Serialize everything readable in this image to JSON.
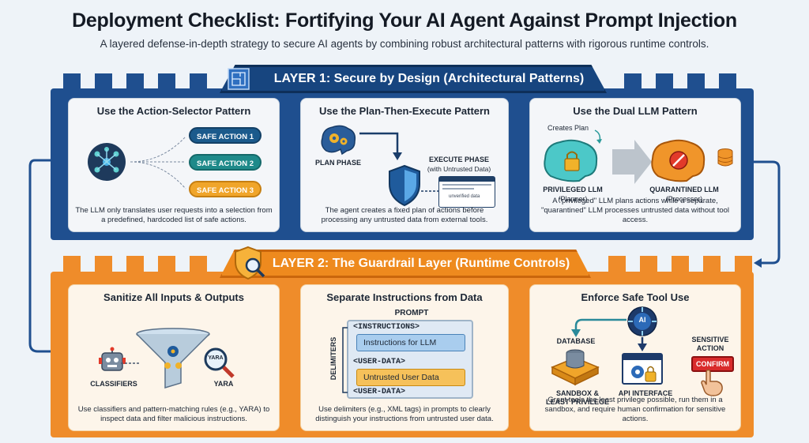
{
  "header": {
    "title": "Deployment Checklist: Fortifying Your AI Agent Against Prompt Injection",
    "subtitle": "A layered defense-in-depth strategy to secure AI agents by combining robust architectural patterns with rigorous runtime controls."
  },
  "layer1": {
    "label": "LAYER 1: Secure by Design (Architectural Patterns)",
    "color": "#1f4f8f",
    "cards": [
      {
        "title": "Use the Action-Selector Pattern",
        "actions": [
          "SAFE ACTION 1",
          "SAFE ACTION 2",
          "SAFE ACTION 3"
        ],
        "description": "The LLM only translates user requests into a selection from a predefined, hardcoded list of safe actions."
      },
      {
        "title": "Use the Plan-Then-Execute Pattern",
        "plan_label": "PLAN PHASE",
        "execute_label": "EXECUTE PHASE",
        "execute_sub": "(with Untrusted Data)",
        "doc_label": "unverified data",
        "description": "The agent creates a fixed plan of actions before processing any untrusted data from external tools."
      },
      {
        "title": "Use the Dual LLM Pattern",
        "creates_plan": "Creates Plan",
        "privileged_label": "PRIVILEGED LLM",
        "privileged_sub": "(Planner)",
        "quarantined_label": "QUARANTINED LLM",
        "quarantined_sub": "(Processor)",
        "description": "A \"privileged\" LLM plans actions while a separate, \"quarantined\" LLM processes untrusted data without tool access."
      }
    ]
  },
  "layer2": {
    "label": "LAYER 2: The Guardrail Layer (Runtime Controls)",
    "color": "#ef8c2a",
    "cards": [
      {
        "title": "Sanitize All Inputs & Outputs",
        "classifiers_label": "CLASSIFIERS",
        "yara_label": "YARA",
        "yara_badge": "YARA",
        "description": "Use classifiers and pattern-matching rules (e.g., YARA) to inspect data and filter malicious instructions."
      },
      {
        "title": "Separate Instructions from Data",
        "prompt_label": "PROMPT",
        "delimiters_label": "DELIMITERS",
        "instructions_tag": "<INSTRUCTIONS>",
        "instructions_text": "Instructions for LLM",
        "userdata_tag_open": "<USER-DATA>",
        "userdata_text": "Untrusted User Data",
        "userdata_tag_close": "<USER-DATA>",
        "description": "Use delimiters (e.g., XML tags) in prompts to clearly distinguish your instructions from untrusted user data."
      },
      {
        "title": "Enforce Safe Tool Use",
        "ai_label": "AI",
        "database_label": "DATABASE",
        "sandbox_label": "SANDBOX &",
        "sandbox_label2": "LEAST PRIVILEGE",
        "api_label": "API INTERFACE",
        "sensitive_label": "SENSITIVE",
        "sensitive_label2": "ACTION",
        "confirm_label": "CONFIRM",
        "description": "Grant tools the least privilege possible, run them in a sandbox, and require human confirmation for sensitive actions."
      }
    ]
  },
  "colors": {
    "action1": "#1b5a8c",
    "action2": "#1f8a8a",
    "action3": "#f0a52a",
    "confirm": "#d92b2b"
  }
}
